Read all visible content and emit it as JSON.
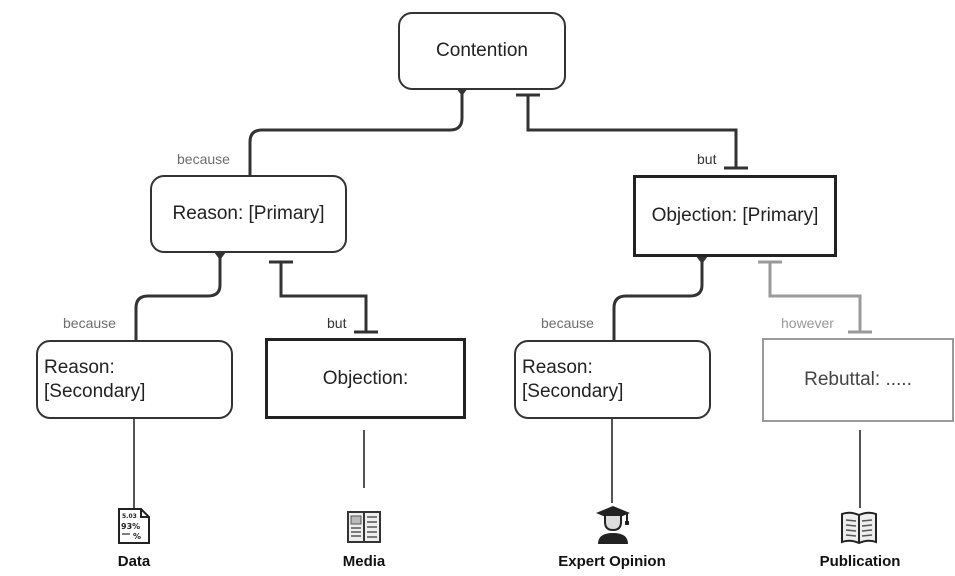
{
  "nodes": {
    "contention": "Contention",
    "reason_primary": "Reason: [Primary]",
    "objection_primary": "Objection: [Primary]",
    "reason_secondary_left": {
      "line1": "Reason:",
      "line2": "[Secondary]"
    },
    "objection": "Objection:",
    "reason_secondary_right": {
      "line1": "Reason:",
      "line2": "[Secondary]"
    },
    "rebuttal": "Rebuttal: ....."
  },
  "connectors": {
    "because_1": "because",
    "but_1": "but",
    "because_2": "because",
    "but_2": "but",
    "because_3": "because",
    "however": "however"
  },
  "resources": {
    "data": "Data",
    "media": "Media",
    "expert_opinion": "Expert Opinion",
    "publication": "Publication"
  },
  "data_icon_text": {
    "line1": "5.03",
    "line2": "93%",
    "line3": "%"
  },
  "icons": [
    "data-sheet-icon",
    "newspaper-icon",
    "graduate-icon",
    "open-book-icon"
  ]
}
